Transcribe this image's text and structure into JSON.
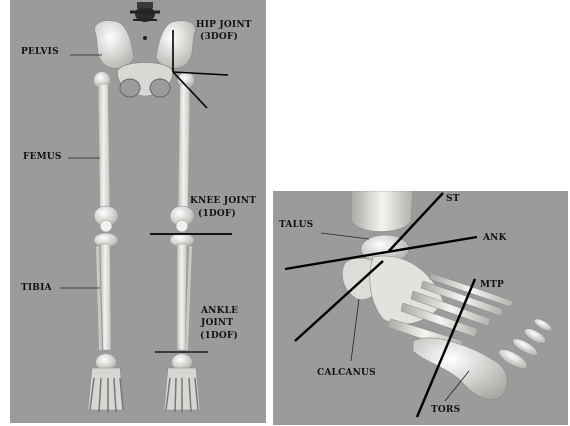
{
  "legs_panel": {
    "labels": {
      "pelvis": "PELVIS",
      "hip_joint_1": "HIP JOINT",
      "hip_joint_2": "(3DOF)",
      "femur": "FEMUS",
      "knee_joint_1": "KNEE JOINT",
      "knee_joint_2": "(1DOF)",
      "tibia": "TIBIA",
      "ankle_joint_1": "ANKLE",
      "ankle_joint_2": "JOINT",
      "ankle_joint_3": "(1DOF)"
    }
  },
  "foot_panel": {
    "labels": {
      "st": "ST",
      "talus": "TALUS",
      "ank": "ANK",
      "mtp": "MTP",
      "calcanus": "CALCANUS",
      "tors": "TORS"
    }
  },
  "colors": {
    "background": "#9b9b9b",
    "bone": "#e8e8e4",
    "bone_shadow": "#b8b8b4",
    "axis_line": "#000000"
  }
}
